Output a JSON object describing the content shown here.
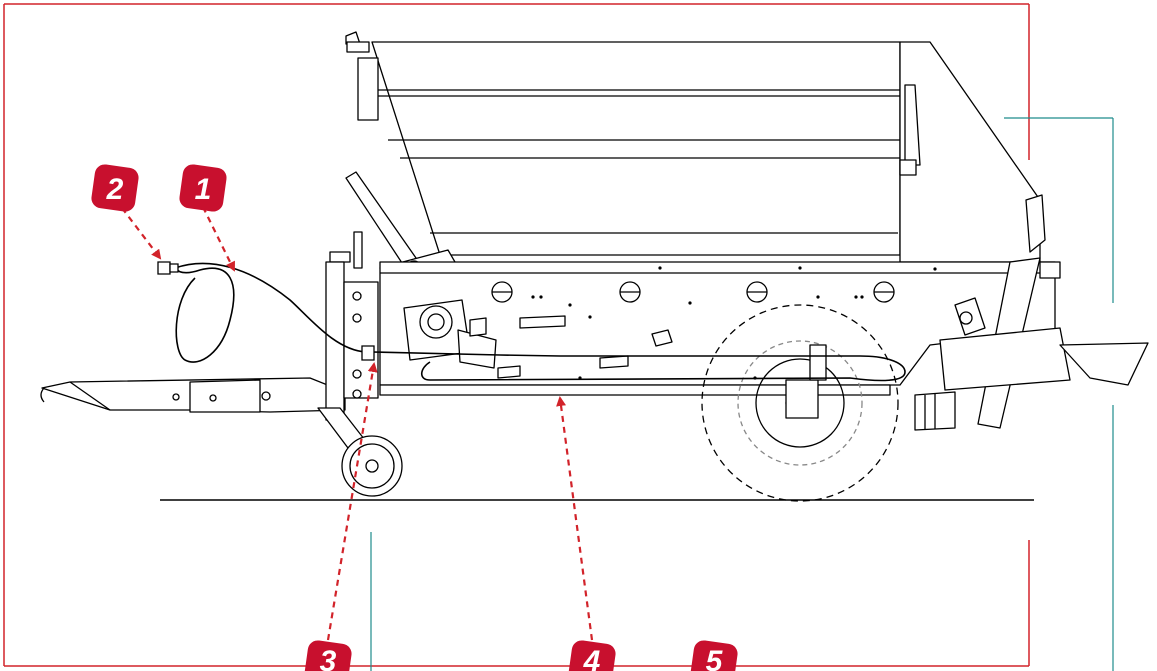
{
  "colors": {
    "frame": "#d2232a",
    "leader": "#d2232a",
    "callout_fill": "#c8102e",
    "callout_text": "#ffffff",
    "teal_line": "#1f8c8c",
    "drawing": "#000000"
  },
  "callouts": [
    {
      "id": "1",
      "label": "1"
    },
    {
      "id": "2",
      "label": "2"
    },
    {
      "id": "3",
      "label": "3"
    },
    {
      "id": "4",
      "label": "4"
    },
    {
      "id": "5",
      "label": "5"
    }
  ],
  "icons": {
    "machine": "spreader-trailer-side-view-icon",
    "cable": "cable-harness-icon",
    "connector": "plug-connector-icon"
  }
}
